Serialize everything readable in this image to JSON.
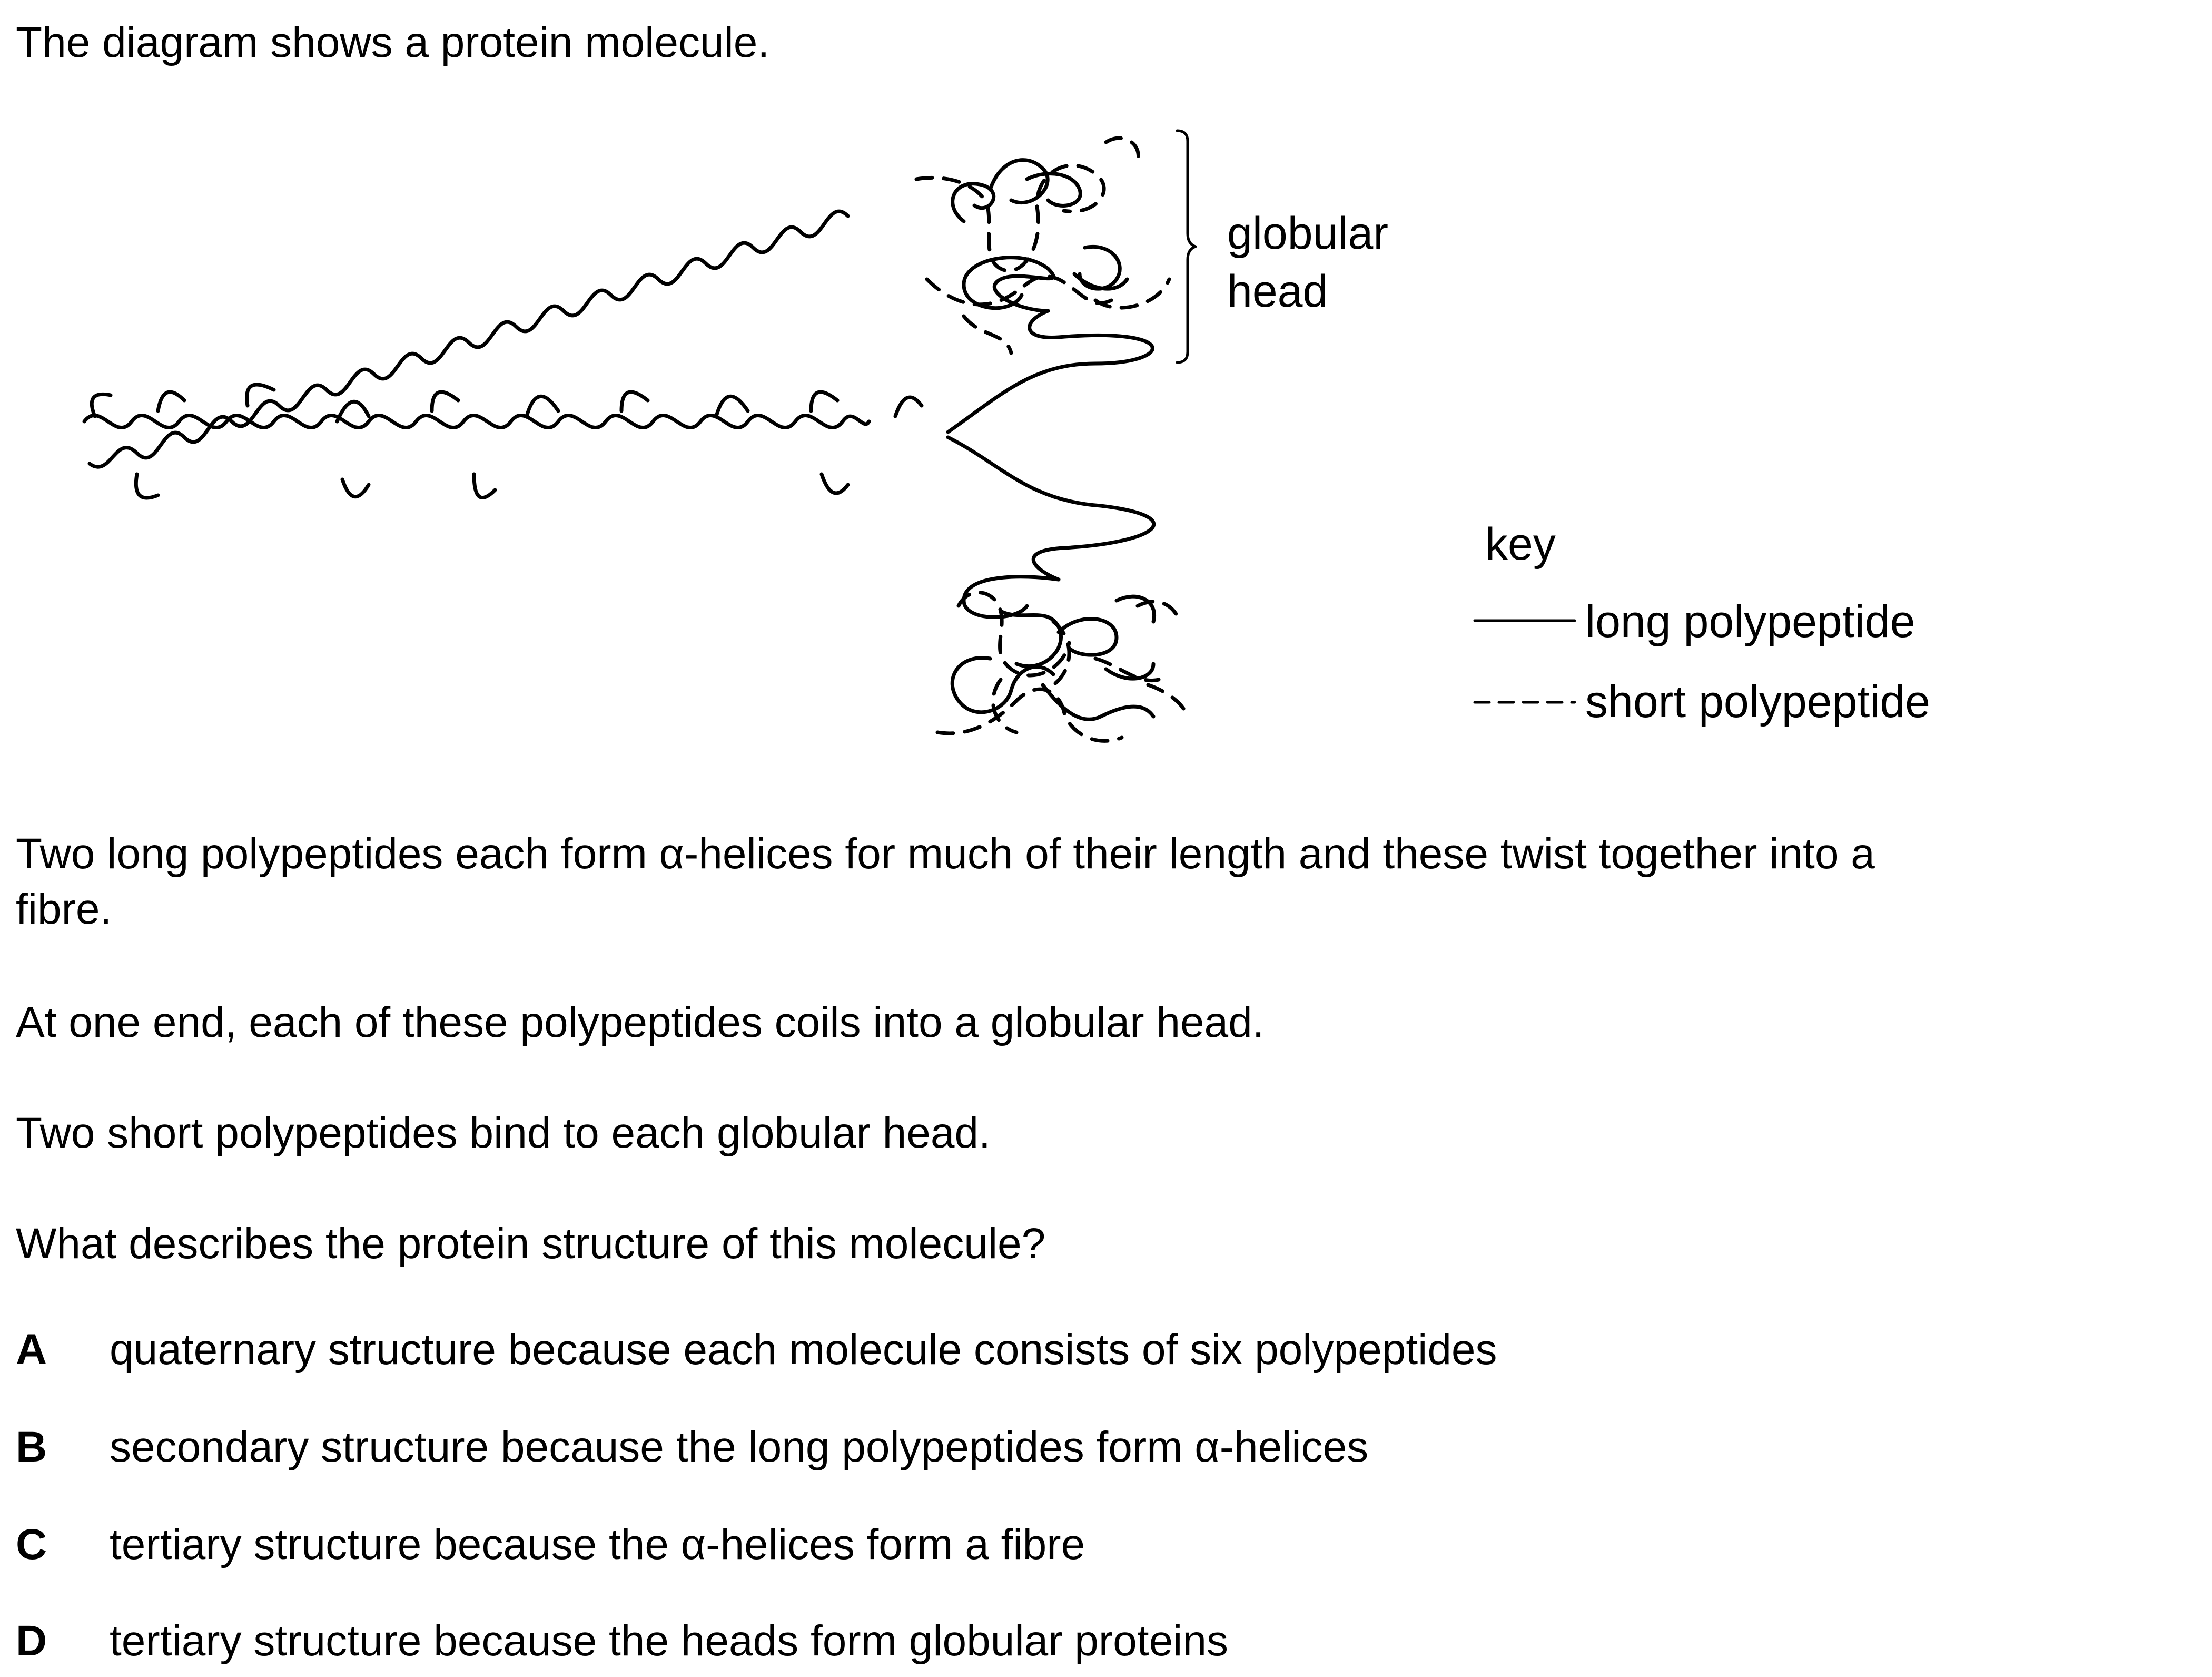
{
  "intro": "The diagram shows a protein molecule.",
  "diagram": {
    "head_label_line1": "globular",
    "head_label_line2": "head",
    "key_title": "key",
    "key_long": "long polypeptide",
    "key_short": "short polypeptide"
  },
  "paragraphs": [
    "Two long polypeptides each form α-helices for much of their length and these twist together into a",
    "fibre.",
    "At one end, each of these polypeptides coils into a globular head.",
    "Two short polypeptides bind to each globular head.",
    "What describes the protein structure of this molecule?"
  ],
  "options": [
    {
      "letter": "A",
      "text": "quaternary structure because each molecule consists of six polypeptides"
    },
    {
      "letter": "B",
      "text": "secondary structure because the long polypeptides form α-helices"
    },
    {
      "letter": "C",
      "text": "tertiary structure because the α-helices form a fibre"
    },
    {
      "letter": "D",
      "text": "tertiary structure because the heads form globular proteins"
    }
  ]
}
